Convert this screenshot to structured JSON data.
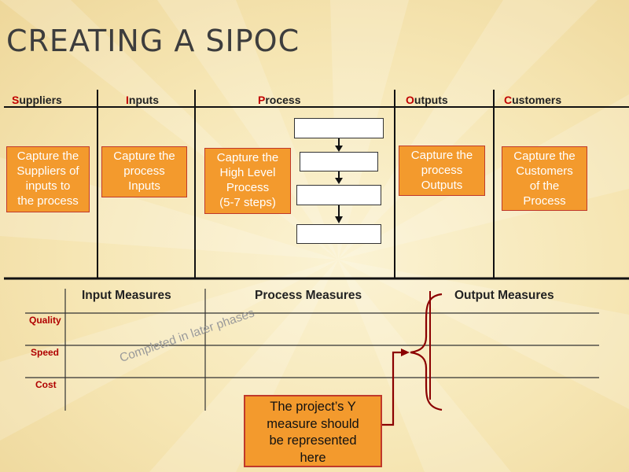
{
  "title": "CREATING A SIPOC",
  "columns": [
    {
      "initial": "S",
      "rest": "uppliers",
      "box": [
        "Capture the",
        "Suppliers of",
        "inputs to",
        "the process"
      ]
    },
    {
      "initial": "I",
      "rest": "nputs",
      "box": [
        "Capture the",
        "process",
        "Inputs"
      ]
    },
    {
      "initial": "P",
      "rest": "rocess",
      "box": [
        "Capture the",
        "High Level",
        "Process",
        "(5-7 steps)"
      ]
    },
    {
      "initial": "O",
      "rest": "utputs",
      "box": [
        "Capture the",
        "process",
        "Outputs"
      ]
    },
    {
      "initial": "C",
      "rest": "ustomers",
      "box": [
        "Capture the",
        "Customers",
        "of the",
        "Process"
      ]
    }
  ],
  "measures": {
    "headers": [
      "Input Measures",
      "Process Measures",
      "Output Measures"
    ],
    "rows": [
      "Quality",
      "Speed",
      "Cost"
    ]
  },
  "watermark": "Completed in later phases",
  "note": [
    "The project’s Y",
    "measure should",
    "be represented",
    "here"
  ],
  "colors": {
    "accent_box": "#f39a2d",
    "box_border": "#c0392b",
    "initial_red": "#c00000"
  }
}
